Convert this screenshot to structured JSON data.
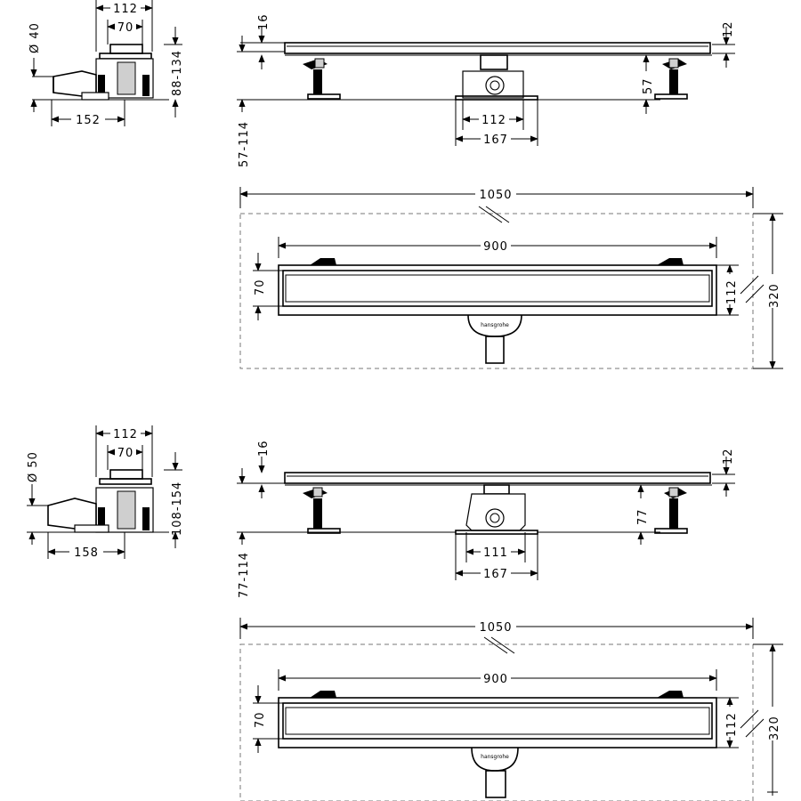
{
  "variant_top": {
    "side": {
      "d112": "112",
      "d70": "70",
      "dia": "Ø 40",
      "height": "88-134",
      "width": "152"
    },
    "front": {
      "d16": "16",
      "d12": "12",
      "d57": "57",
      "d112": "112",
      "d167": "167",
      "range": "57-114"
    },
    "plan": {
      "d1050": "1050",
      "d900": "900",
      "d70": "70",
      "d112": "112",
      "d320": "320",
      "brand": "hansgrohe"
    }
  },
  "variant_bottom": {
    "side": {
      "d112": "112",
      "d70": "70",
      "dia": "Ø 50",
      "height": "108-154",
      "width": "158"
    },
    "front": {
      "d16": "16",
      "d12": "12",
      "d77": "77",
      "d111": "111",
      "d167": "167",
      "range": "77-114"
    },
    "plan": {
      "d1050": "1050",
      "d900": "900",
      "d70": "70",
      "d112": "112",
      "d320": "320",
      "brand": "hansgrohe"
    }
  }
}
